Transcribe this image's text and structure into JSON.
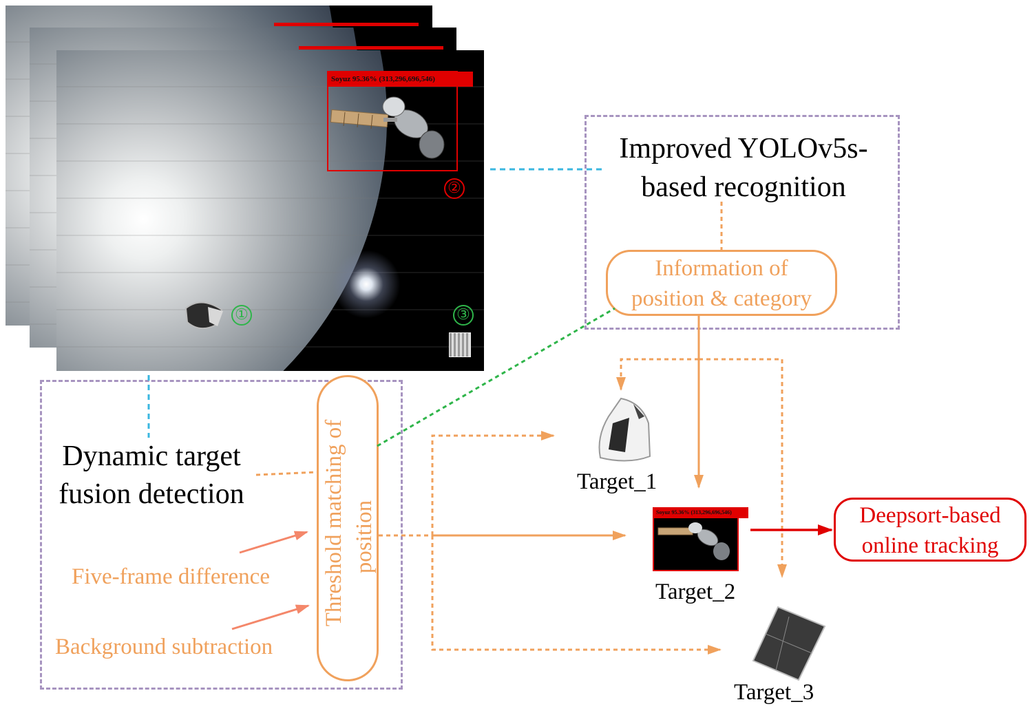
{
  "frame_label": {
    "detection_tag": "Soyuz  95.36%  (313,296,696,546)",
    "marker_1": "①",
    "marker_2": "②",
    "marker_3": "③"
  },
  "recognition": {
    "title_line1": "Improved YOLOv5s-",
    "title_line2": "based recognition",
    "info_line1": "Information of",
    "info_line2": "position & category"
  },
  "detection": {
    "title_line1": "Dynamic target",
    "title_line2": "fusion detection",
    "method_1": "Five-frame difference",
    "method_2": "Background subtraction",
    "threshold_line1": "Threshold matching of",
    "threshold_line2": "position"
  },
  "targets": [
    {
      "label": "Target_1"
    },
    {
      "label": "Target_2",
      "tag": "Soyuz  95.36%  (313,296,696,546)"
    },
    {
      "label": "Target_3"
    }
  ],
  "tracking": {
    "line1": "Deepsort-based",
    "line2": "online tracking"
  },
  "colors": {
    "orange": "#f0a15c",
    "red": "#e00000",
    "purple_dash": "#a794c0",
    "cyan_dash": "#3bb7e0",
    "green_dash": "#2fb54a",
    "salmon_arrow": "#f4876a"
  }
}
